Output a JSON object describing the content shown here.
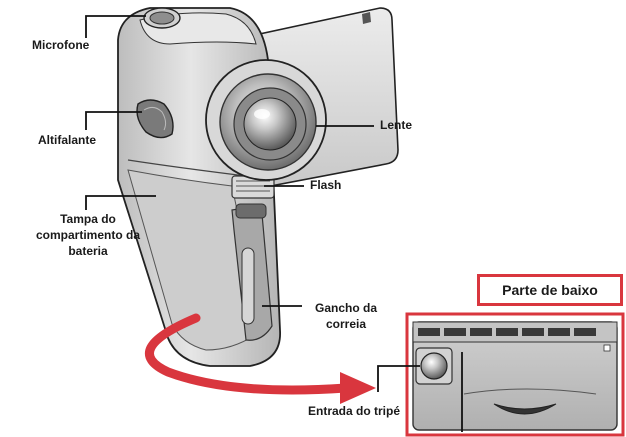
{
  "labels": {
    "microphone": "Microfone",
    "speaker": "Altifalante",
    "lens": "Lente",
    "flash": "Flash",
    "battery_cover_1": "Tampa do",
    "battery_cover_2": "compartimento da",
    "battery_cover_3": "bateria",
    "strap_hook_1": "Gancho da",
    "strap_hook_2": "correia",
    "tripod_socket": "Entrada do tripé",
    "bottom_view_title": "Parte de baixo"
  },
  "colors": {
    "highlight_red": "#d9363e",
    "arrow_red": "#d9363e",
    "camera_body": "#d4d4d4",
    "camera_shadow": "#9a9a9a",
    "outline": "#222222"
  }
}
